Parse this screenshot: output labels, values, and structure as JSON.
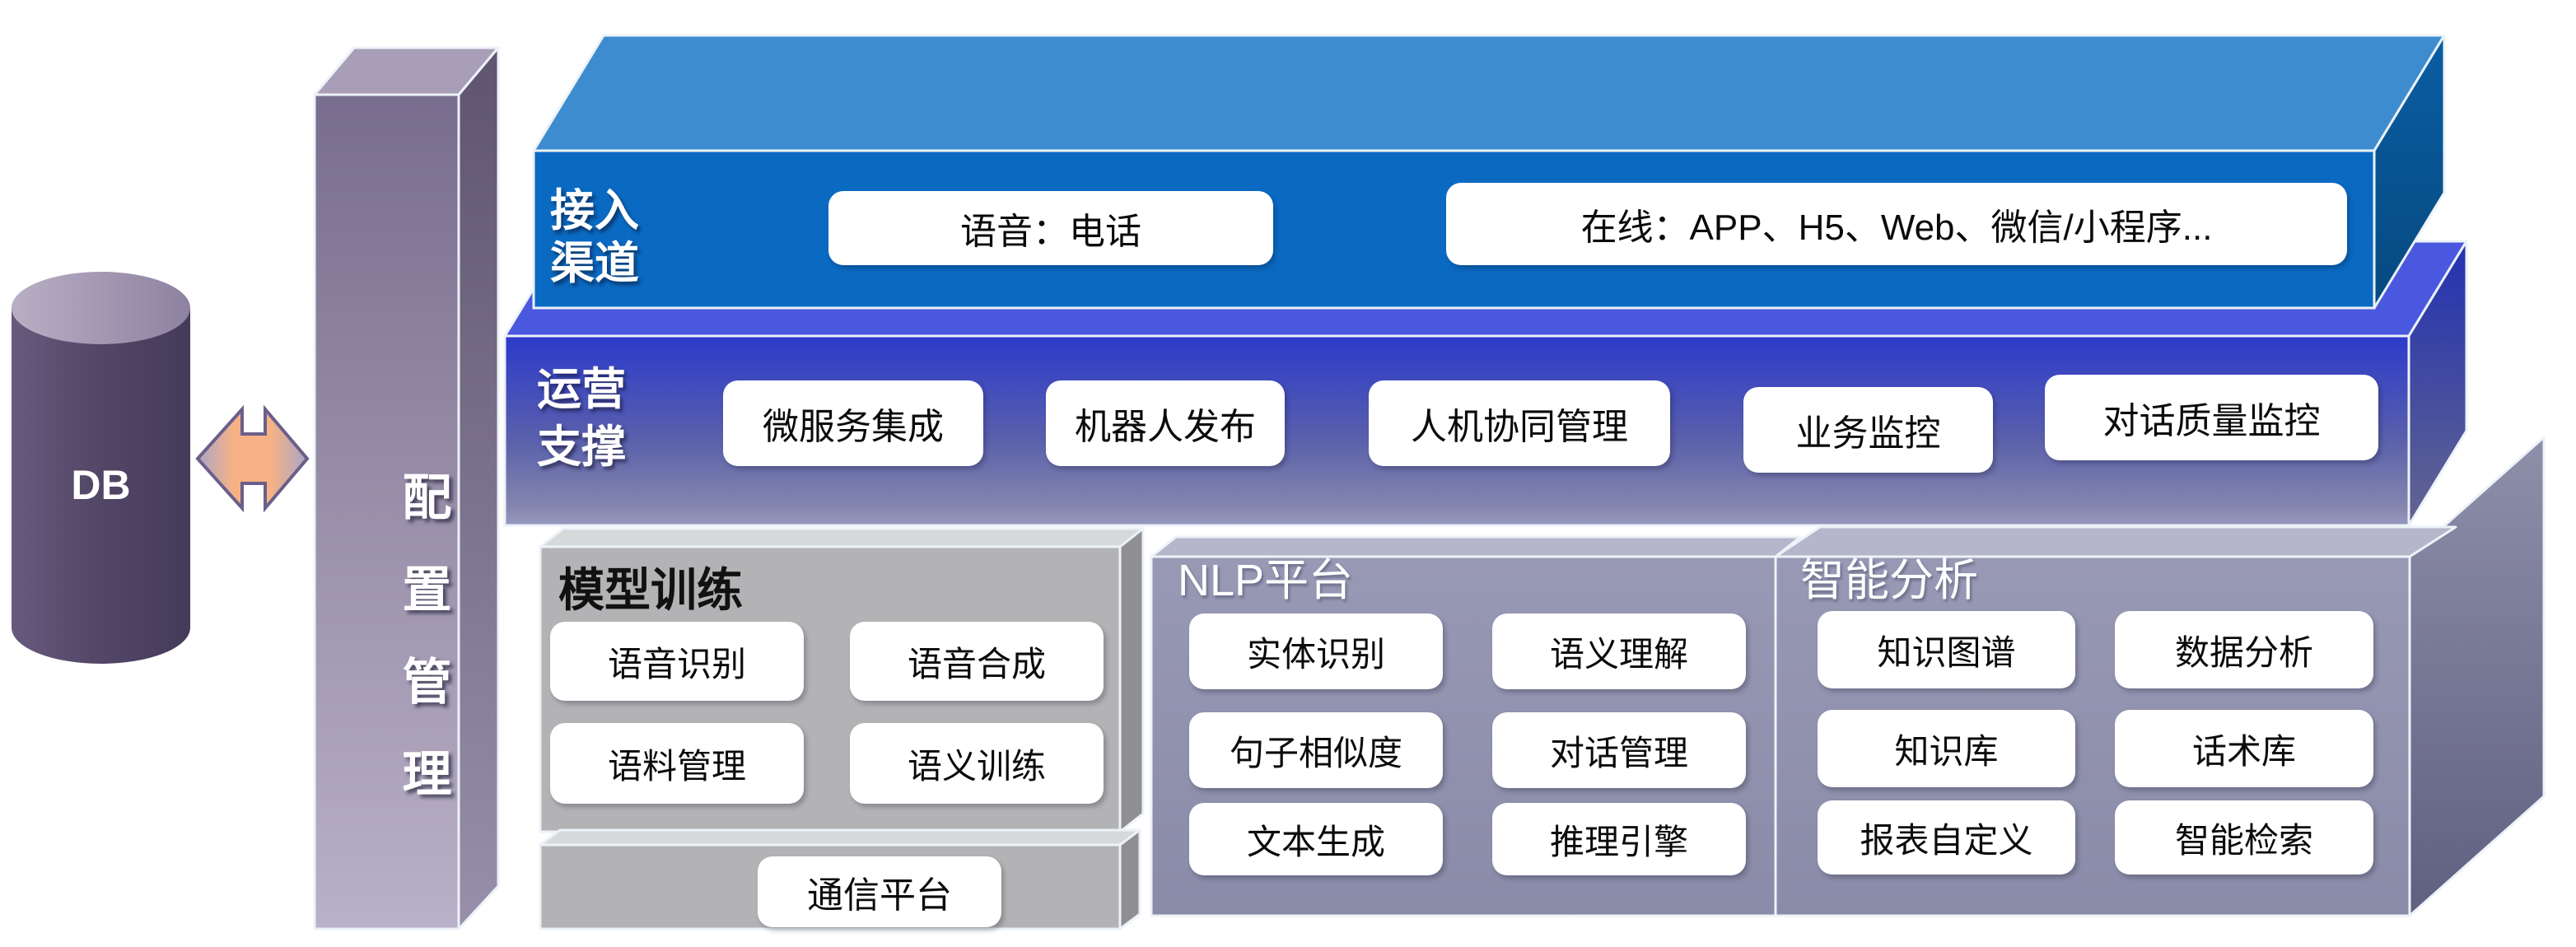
{
  "diagram": {
    "db": {
      "label": "DB"
    },
    "config": {
      "label": "配置管理"
    },
    "access": {
      "label_line1": "接入",
      "label_line2": "渠道",
      "box_voice": "语音：电话",
      "box_online": "在线：APP、H5、Web、微信/小程序..."
    },
    "ops": {
      "label_line1": "运营",
      "label_line2": "支撑",
      "boxes": [
        "微服务集成",
        "机器人发布",
        "人机协同管理",
        "业务监控",
        "对话质量监控"
      ]
    },
    "model": {
      "title": "模型训练",
      "boxes": [
        "语音识别",
        "语音合成",
        "语料管理",
        "语义训练"
      ]
    },
    "comm": {
      "label": "通信平台"
    },
    "nlp": {
      "title": "NLP平台",
      "boxes": [
        "实体识别",
        "语义理解",
        "句子相似度",
        "对话管理",
        "文本生成",
        "推理引擎"
      ]
    },
    "analysis": {
      "title": "智能分析",
      "boxes": [
        "知识图谱",
        "数据分析",
        "知识库",
        "话术库",
        "报表自定义",
        "智能检索"
      ]
    },
    "colors": {
      "layer1_front": "#0a6ac2",
      "layer1_top": "#3d8ccf",
      "layer1_side": "#07548f",
      "layer2_front_top": "#2e3dcb",
      "layer2_front_bottom": "#9193ba",
      "gray_panel": "#b3b3b5",
      "lavender_panel": "#8f90ad",
      "config_bar": "#958ba6",
      "cylinder_body": "#52466a",
      "arrow_orange": "#f6b285",
      "box_fill": "#ffffff",
      "outline": "#ecf2f8"
    }
  }
}
